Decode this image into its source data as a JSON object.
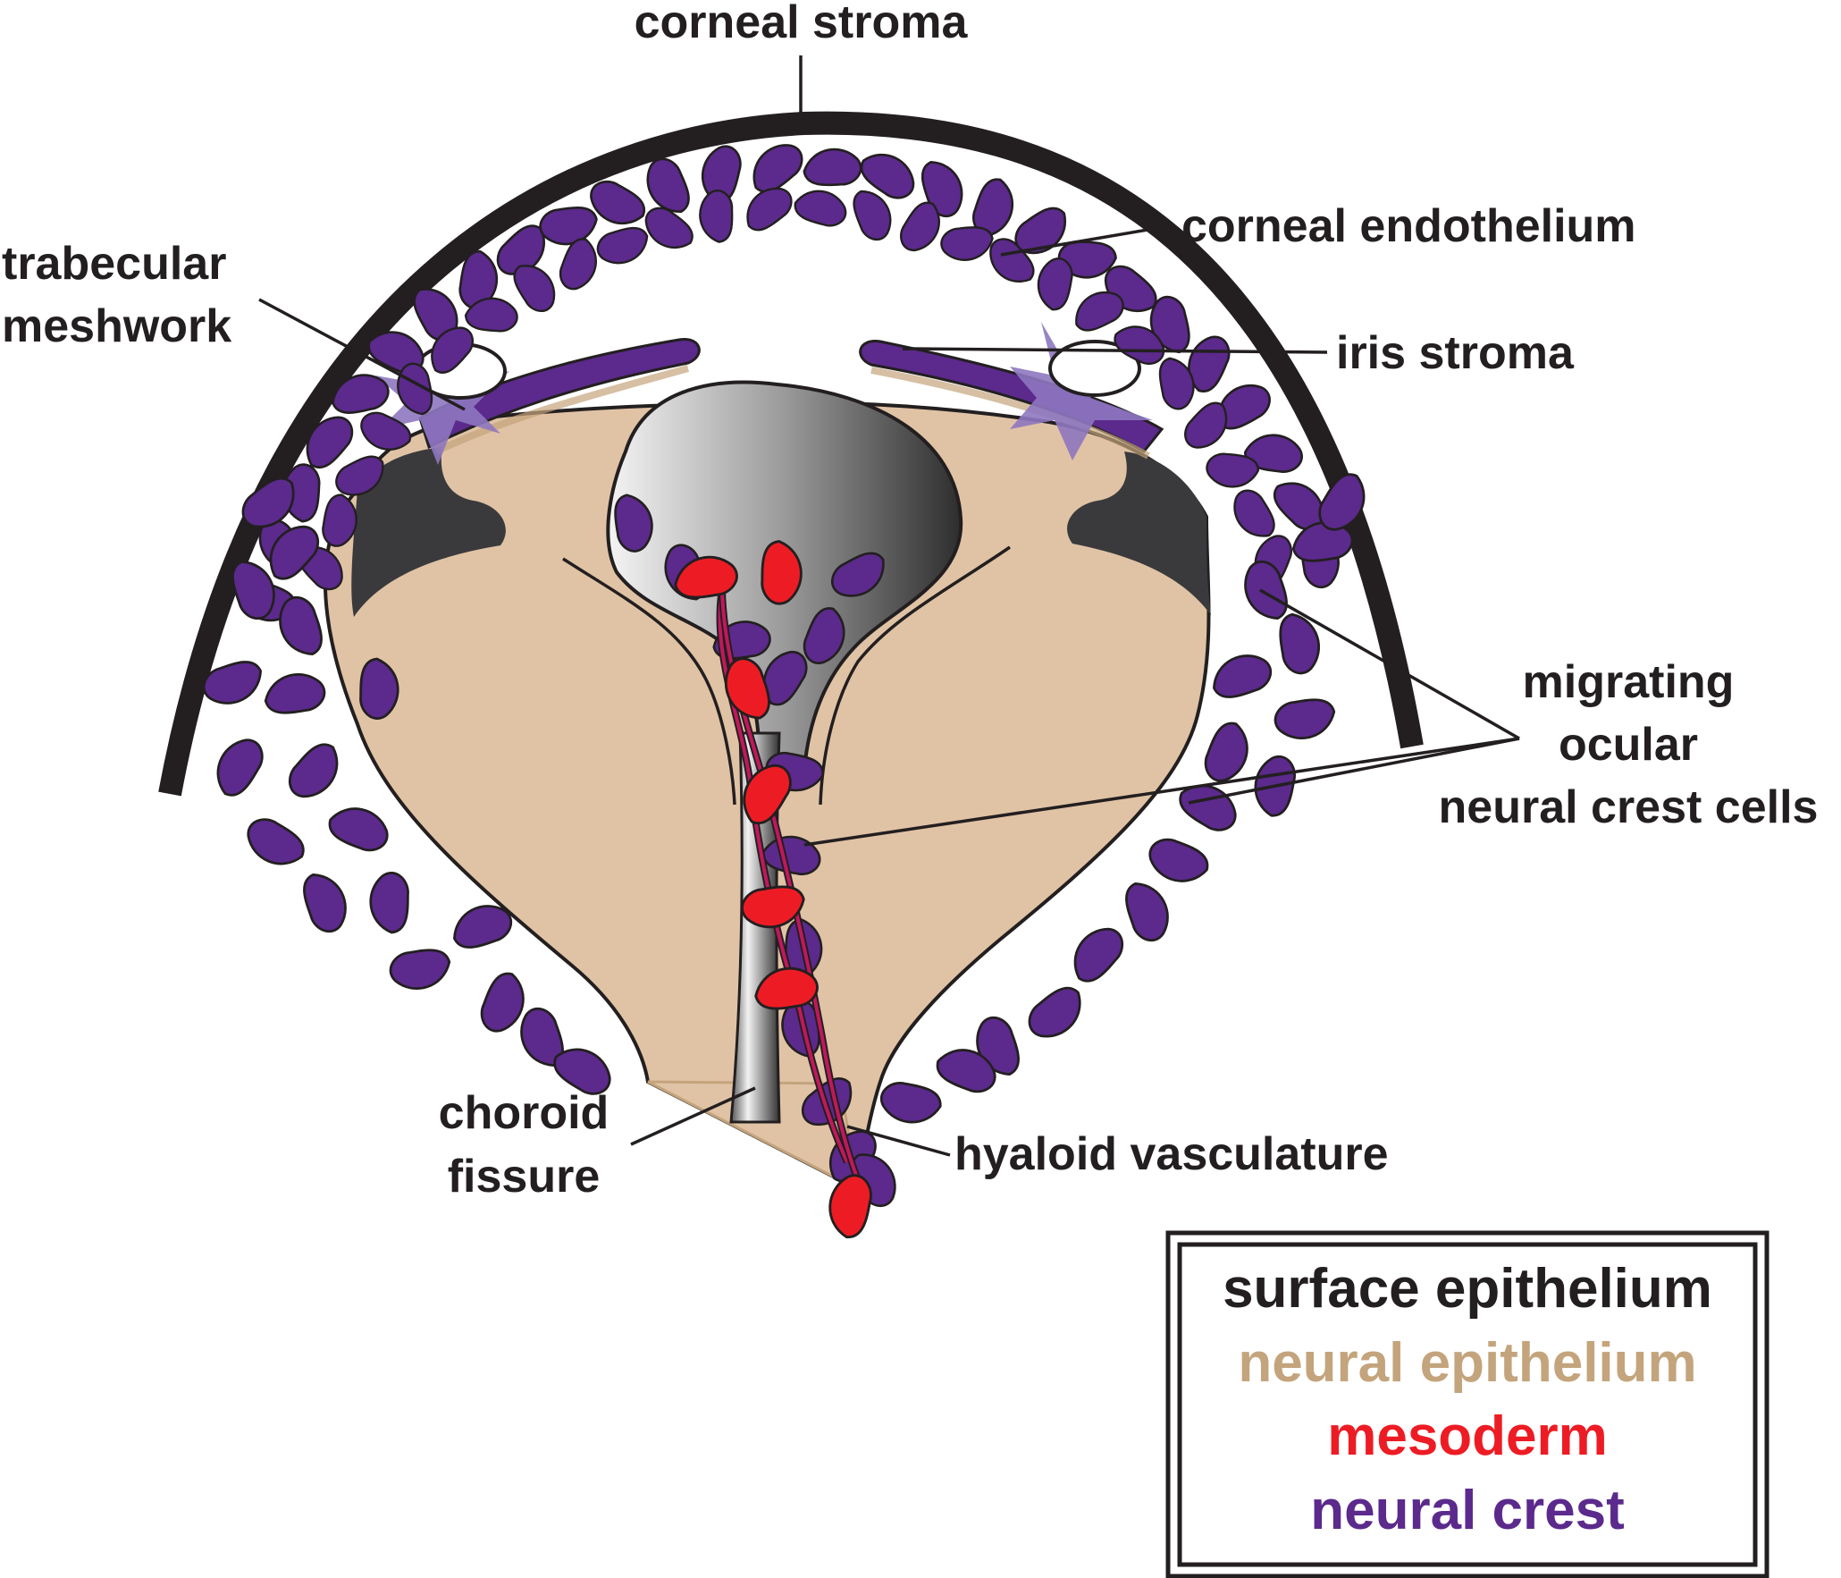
{
  "labels": {
    "corneal_stroma": "corneal stroma",
    "corneal_endothelium": "corneal endothelium",
    "trabecular_line1": "trabecular",
    "trabecular_line2": "meshwork",
    "iris_stroma": "iris stroma",
    "migrating_line1": "migrating",
    "migrating_line2": "ocular",
    "migrating_line3": "neural crest cells",
    "choroid_line1": "choroid",
    "choroid_line2": "fissure",
    "hyaloid": "hyaloid vasculature"
  },
  "legend": [
    {
      "label": "surface epithelium",
      "color": "#231f20"
    },
    {
      "label": "neural epithelium",
      "color": "#c4a47c"
    },
    {
      "label": "mesoderm",
      "color": "#ed1c24"
    },
    {
      "label": "neural crest",
      "color": "#5b2a8c"
    }
  ],
  "colors": {
    "surface_epithelium": "#231f20",
    "neural_epithelium": "#e0c3a5",
    "mesoderm": "#ed1c24",
    "neural_crest": "#5b2a8c",
    "trabecular_star": "#8e77c0",
    "lens_dark": "#333333",
    "lens_light": "#f4f4f4"
  }
}
